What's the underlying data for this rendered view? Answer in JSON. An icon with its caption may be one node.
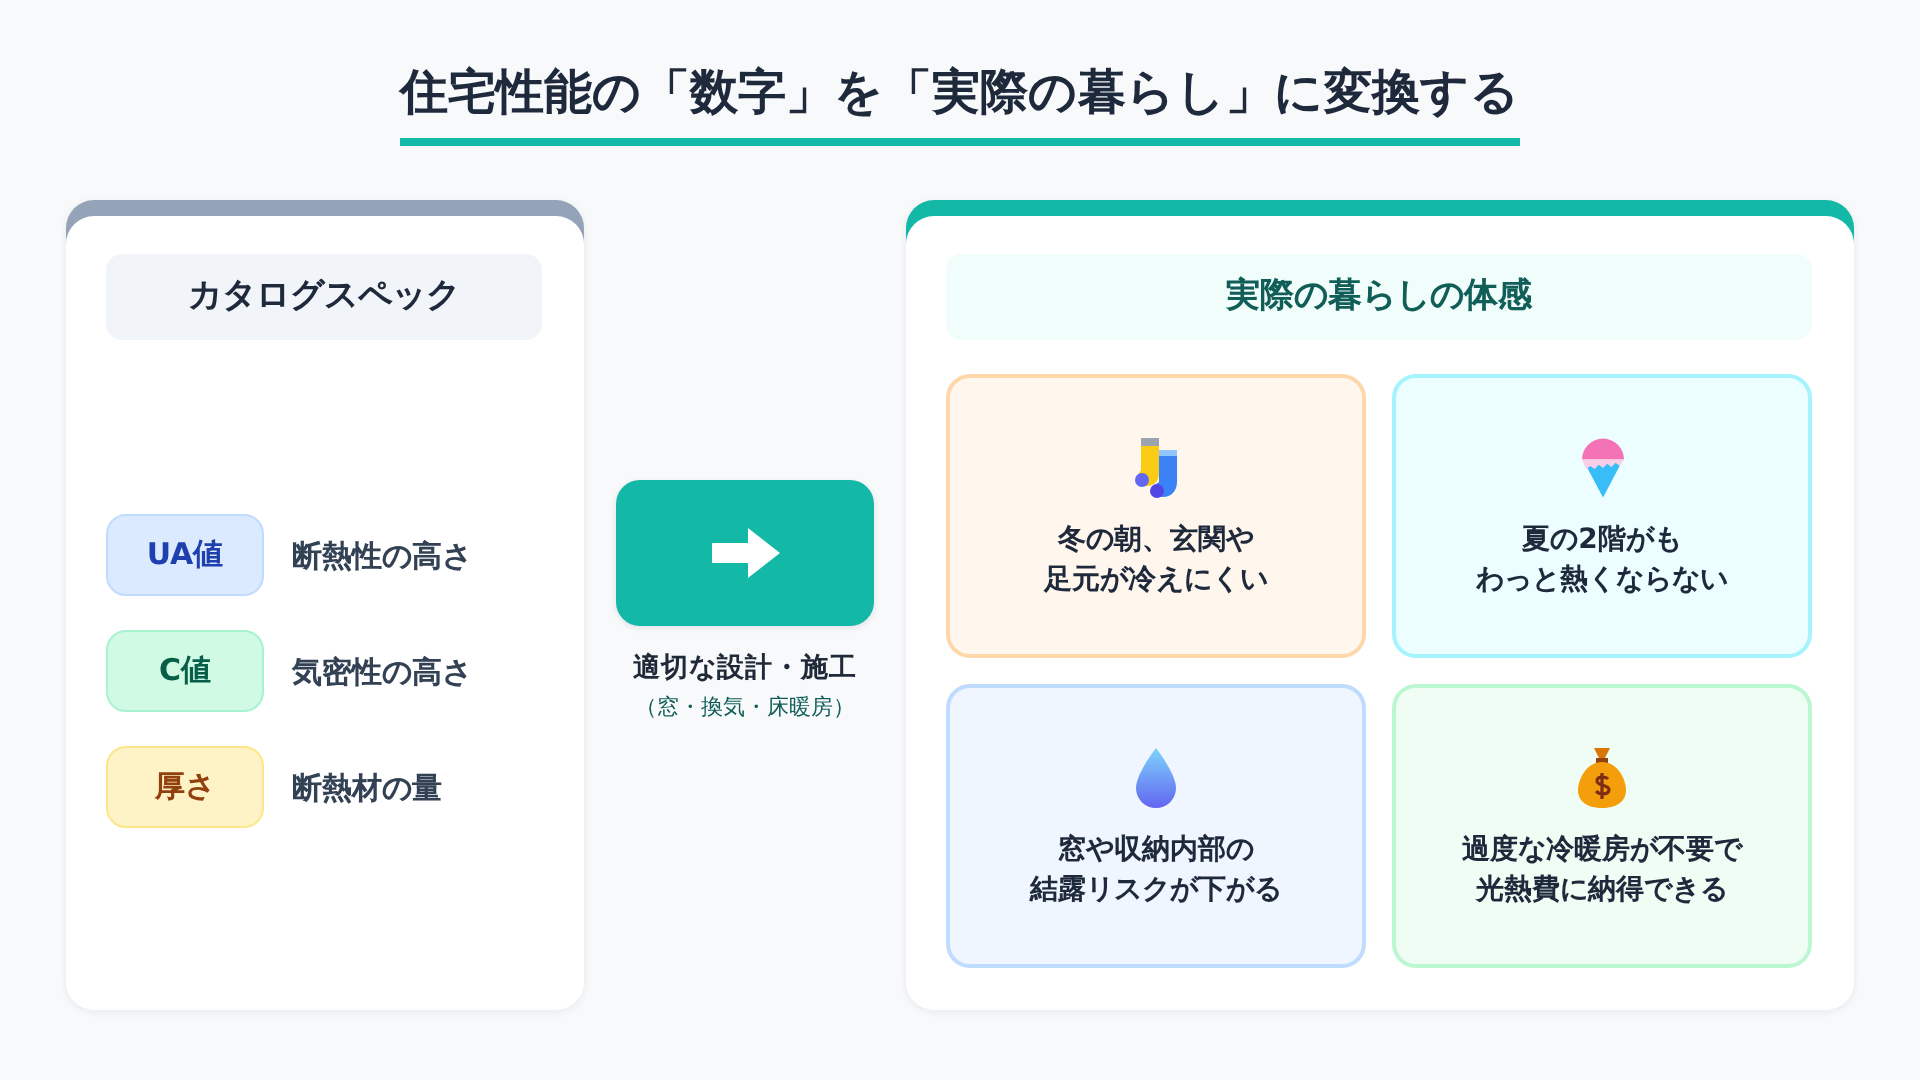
{
  "diagram": {
    "title": "住宅性能の「数字」を「実際の暮らし」に変換する",
    "nodes": [
      {
        "text": [
          "カタログスペック"
        ]
      },
      {
        "text": [
          "UA値"
        ],
        "beside": [
          "断熱性の高さ"
        ],
        "in": 0
      },
      {
        "text": [
          "C値"
        ],
        "beside": [
          "気密性の高さ"
        ],
        "in": 0
      },
      {
        "text": [
          "厚さ"
        ],
        "beside": [
          "断熱材の量"
        ],
        "in": 0
      },
      {
        "text": [],
        "shape": "box",
        "beside": [
          "適切な設計・施工",
          "（窓・換気・床暖房）"
        ]
      },
      {
        "text": [
          "実際の暮らしの体感"
        ]
      },
      {
        "text": [
          "冬の朝、玄関や足元が冷えにくい"
        ],
        "in": 5
      },
      {
        "text": [
          "夏の2階がもわっと熱くならない"
        ],
        "in": 5
      },
      {
        "text": [
          "窓や収納内部の結露リスクが下がる"
        ],
        "in": 5
      },
      {
        "text": [
          "過度な冷暖房が不要で光熱費に納得できる"
        ],
        "in": 5
      }
    ]
  }
}
